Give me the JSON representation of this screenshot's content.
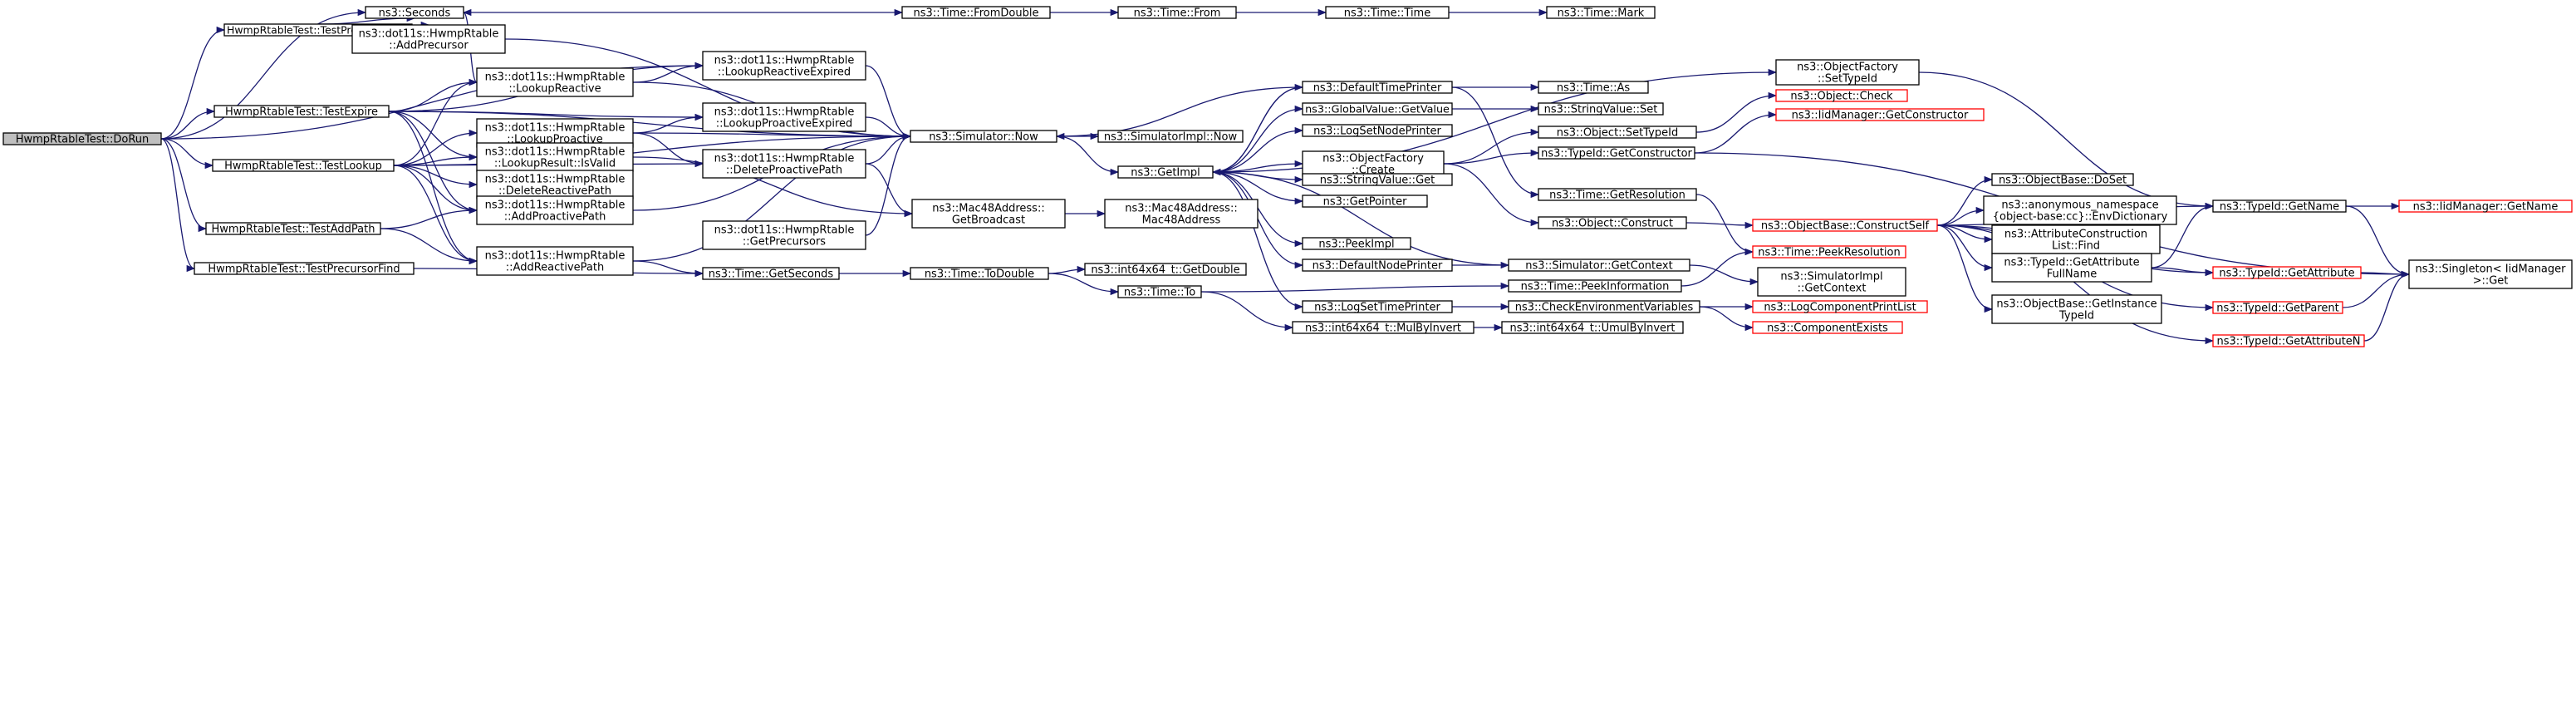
{
  "colors": {
    "edge": "#191970",
    "box_border": "#000000",
    "truncated_border": "#ff0000",
    "root_fill": "#bfbfbf",
    "node_fill": "#ffffff"
  },
  "nodes": {
    "DoRun": {
      "lines": [
        "HwmpRtableTest::DoRun"
      ],
      "kind": "root"
    },
    "TestPrecursorAdd": {
      "lines": [
        "HwmpRtableTest::TestPrecursorAdd"
      ]
    },
    "TestExpire": {
      "lines": [
        "HwmpRtableTest::TestExpire"
      ]
    },
    "TestLookup": {
      "lines": [
        "HwmpRtableTest::TestLookup"
      ]
    },
    "TestAddPath": {
      "lines": [
        "HwmpRtableTest::TestAddPath"
      ]
    },
    "TestPrecursorFind": {
      "lines": [
        "HwmpRtableTest::TestPrecursorFind"
      ]
    },
    "Seconds": {
      "lines": [
        "ns3::Seconds"
      ]
    },
    "AddPrecursor": {
      "lines": [
        "ns3::dot11s::HwmpRtable",
        "::AddPrecursor"
      ]
    },
    "LookupReactive": {
      "lines": [
        "ns3::dot11s::HwmpRtable",
        "::LookupReactive"
      ]
    },
    "LookupReactiveExpired": {
      "lines": [
        "ns3::dot11s::HwmpRtable",
        "::LookupReactiveExpired"
      ]
    },
    "LookupProactiveExpired": {
      "lines": [
        "ns3::dot11s::HwmpRtable",
        "::LookupProactiveExpired"
      ]
    },
    "LookupProactive": {
      "lines": [
        "ns3::dot11s::HwmpRtable",
        "::LookupProactive"
      ]
    },
    "IsValid": {
      "lines": [
        "ns3::dot11s::HwmpRtable",
        "::LookupResult::IsValid"
      ]
    },
    "DeleteProactivePath": {
      "lines": [
        "ns3::dot11s::HwmpRtable",
        "::DeleteProactivePath"
      ]
    },
    "DeleteReactivePath": {
      "lines": [
        "ns3::dot11s::HwmpRtable",
        "::DeleteReactivePath"
      ]
    },
    "AddProactivePath": {
      "lines": [
        "ns3::dot11s::HwmpRtable",
        "::AddProactivePath"
      ]
    },
    "GetPrecursors": {
      "lines": [
        "ns3::dot11s::HwmpRtable",
        "::GetPrecursors"
      ]
    },
    "AddReactivePath": {
      "lines": [
        "ns3::dot11s::HwmpRtable",
        "::AddReactivePath"
      ]
    },
    "FromDouble": {
      "lines": [
        "ns3::Time::FromDouble"
      ]
    },
    "TimeFrom": {
      "lines": [
        "ns3::Time::From"
      ]
    },
    "TimeTime": {
      "lines": [
        "ns3::Time::Time"
      ]
    },
    "TimeMark": {
      "lines": [
        "ns3::Time::Mark"
      ]
    },
    "SimNow": {
      "lines": [
        "ns3::Simulator::Now"
      ]
    },
    "SimImplNow": {
      "lines": [
        "ns3::SimulatorImpl::Now"
      ]
    },
    "GetBroadcast": {
      "lines": [
        "ns3::Mac48Address::",
        "GetBroadcast"
      ]
    },
    "Mac48Ctor": {
      "lines": [
        "ns3::Mac48Address::",
        "Mac48Address"
      ]
    },
    "GetSeconds": {
      "lines": [
        "ns3::Time::GetSeconds"
      ]
    },
    "ToDouble": {
      "lines": [
        "ns3::Time::ToDouble"
      ]
    },
    "GetDouble": {
      "lines": [
        "ns3::int64x64_t::GetDouble"
      ]
    },
    "TimeTo": {
      "lines": [
        "ns3::Time::To"
      ]
    },
    "MulByInvert": {
      "lines": [
        "ns3::int64x64_t::MulByInvert"
      ]
    },
    "UmulByInvert": {
      "lines": [
        "ns3::int64x64_t::UmulByInvert"
      ]
    },
    "GetImpl": {
      "lines": [
        "ns3::GetImpl"
      ]
    },
    "DefaultTimePrinter": {
      "lines": [
        "ns3::DefaultTimePrinter"
      ]
    },
    "GlobalValueGet": {
      "lines": [
        "ns3::GlobalValue::GetValue"
      ]
    },
    "LogSetNodePrinter": {
      "lines": [
        "ns3::LogSetNodePrinter"
      ]
    },
    "ObjFactoryCreate": {
      "lines": [
        "ns3::ObjectFactory",
        "::Create"
      ]
    },
    "StringValueGet": {
      "lines": [
        "ns3::StringValue::Get"
      ]
    },
    "GetPointer": {
      "lines": [
        "ns3::GetPointer"
      ]
    },
    "PeekImpl": {
      "lines": [
        "ns3::PeekImpl"
      ]
    },
    "DefaultNodePrinter": {
      "lines": [
        "ns3::DefaultNodePrinter"
      ]
    },
    "LogSetTimePrinter": {
      "lines": [
        "ns3::LogSetTimePrinter"
      ]
    },
    "ObjFactorySetTypeId": {
      "lines": [
        "ns3::ObjectFactory",
        "::SetTypeId"
      ]
    },
    "TimeAs": {
      "lines": [
        "ns3::Time::As"
      ]
    },
    "StringValueSet": {
      "lines": [
        "ns3::StringValue::Set"
      ]
    },
    "ObjectSetTypeId": {
      "lines": [
        "ns3::Object::SetTypeId"
      ]
    },
    "ObjectCheck": {
      "lines": [
        "ns3::Object::Check"
      ],
      "kind": "truncated"
    },
    "IidMgrGetCtor": {
      "lines": [
        "ns3::IidManager::GetConstructor"
      ],
      "kind": "truncated"
    },
    "TypeIdGetCtor": {
      "lines": [
        "ns3::TypeId::GetConstructor"
      ]
    },
    "TimeGetResolution": {
      "lines": [
        "ns3::Time::GetResolution"
      ]
    },
    "ObjectConstruct": {
      "lines": [
        "ns3::Object::Construct"
      ]
    },
    "SimGetContext": {
      "lines": [
        "ns3::Simulator::GetContext"
      ]
    },
    "PeekInformation": {
      "lines": [
        "ns3::Time::PeekInformation"
      ]
    },
    "CheckEnvVars": {
      "lines": [
        "ns3::CheckEnvironmentVariables"
      ]
    },
    "PeekResolution": {
      "lines": [
        "ns3::Time::PeekResolution"
      ],
      "kind": "truncated"
    },
    "SimImplGetContext": {
      "lines": [
        "ns3::SimulatorImpl",
        "::GetContext"
      ]
    },
    "LogComponentPrintList": {
      "lines": [
        "ns3::LogComponentPrintList"
      ],
      "kind": "truncated"
    },
    "ComponentExists": {
      "lines": [
        "ns3::ComponentExists"
      ],
      "kind": "truncated"
    },
    "ConstructSelf": {
      "lines": [
        "ns3::ObjectBase::ConstructSelf"
      ],
      "kind": "truncated"
    },
    "DoSet": {
      "lines": [
        "ns3::ObjectBase::DoSet"
      ]
    },
    "EnvDictionary": {
      "lines": [
        "ns3::anonymous_namespace",
        "{object-base:cc}::EnvDictionary"
      ]
    },
    "AttrConstrListFind": {
      "lines": [
        "ns3::AttributeConstruction",
        "List::Find"
      ]
    },
    "GetAttributeFullName": {
      "lines": [
        "ns3::TypeId::GetAttribute",
        "FullName"
      ]
    },
    "GetInstanceTypeId": {
      "lines": [
        "ns3::ObjectBase::GetInstance",
        "TypeId"
      ]
    },
    "TypeIdGetName": {
      "lines": [
        "ns3::TypeId::GetName"
      ]
    },
    "IidMgrGetName": {
      "lines": [
        "ns3::IidManager::GetName"
      ],
      "kind": "truncated"
    },
    "TypeIdGetAttribute": {
      "lines": [
        "ns3::TypeId::GetAttribute"
      ],
      "kind": "truncated"
    },
    "TypeIdGetParent": {
      "lines": [
        "ns3::TypeId::GetParent"
      ],
      "kind": "truncated"
    },
    "TypeIdGetAttributeN": {
      "lines": [
        "ns3::TypeId::GetAttributeN"
      ],
      "kind": "truncated"
    },
    "SingletonGet": {
      "lines": [
        "ns3::Singleton< IidManager",
        " >::Get"
      ]
    }
  },
  "edges": [
    [
      "DoRun",
      "TestPrecursorAdd"
    ],
    [
      "DoRun",
      "Seconds"
    ],
    [
      "DoRun",
      "LookupReactiveExpired"
    ],
    [
      "DoRun",
      "TestExpire"
    ],
    [
      "DoRun",
      "TestLookup"
    ],
    [
      "DoRun",
      "TestAddPath"
    ],
    [
      "DoRun",
      "TestPrecursorFind"
    ],
    [
      "TestPrecursorAdd",
      "Seconds"
    ],
    [
      "TestPrecursorAdd",
      "AddPrecursor"
    ],
    [
      "TestExpire",
      "LookupReactive"
    ],
    [
      "TestExpire",
      "LookupReactiveExpired"
    ],
    [
      "TestExpire",
      "LookupProactiveExpired"
    ],
    [
      "TestExpire",
      "SimNow"
    ],
    [
      "TestExpire",
      "IsValid"
    ],
    [
      "TestExpire",
      "AddReactivePath"
    ],
    [
      "TestExpire",
      "AddProactivePath"
    ],
    [
      "TestLookup",
      "LookupReactive"
    ],
    [
      "TestLookup",
      "LookupProactive"
    ],
    [
      "TestLookup",
      "IsValid"
    ],
    [
      "TestLookup",
      "DeleteProactivePath"
    ],
    [
      "TestLookup",
      "DeleteReactivePath"
    ],
    [
      "TestLookup",
      "AddProactivePath"
    ],
    [
      "TestLookup",
      "AddReactivePath"
    ],
    [
      "TestLookup",
      "SimNow"
    ],
    [
      "TestAddPath",
      "AddProactivePath"
    ],
    [
      "TestAddPath",
      "AddReactivePath"
    ],
    [
      "TestPrecursorFind",
      "GetSeconds"
    ],
    [
      "AddPrecursor",
      "SimNow"
    ],
    [
      "LookupReactive",
      "Seconds"
    ],
    [
      "LookupReactive",
      "LookupReactiveExpired"
    ],
    [
      "LookupReactive",
      "SimNow"
    ],
    [
      "LookupReactiveExpired",
      "SimNow"
    ],
    [
      "LookupProactiveExpired",
      "SimNow"
    ],
    [
      "LookupProactive",
      "LookupProactiveExpired"
    ],
    [
      "LookupProactive",
      "SimNow"
    ],
    [
      "LookupProactive",
      "DeleteProactivePath"
    ],
    [
      "IsValid",
      "GetBroadcast"
    ],
    [
      "DeleteProactivePath",
      "SimNow"
    ],
    [
      "DeleteProactivePath",
      "GetBroadcast"
    ],
    [
      "AddProactivePath",
      "SimNow"
    ],
    [
      "GetPrecursors",
      "SimNow"
    ],
    [
      "AddReactivePath",
      "SimNow"
    ],
    [
      "AddReactivePath",
      "GetSeconds"
    ],
    [
      "Seconds",
      "FromDouble"
    ],
    [
      "FromDouble",
      "TimeFrom"
    ],
    [
      "TimeFrom",
      "TimeTime"
    ],
    [
      "TimeTime",
      "TimeMark"
    ],
    [
      "SimNow",
      "SimImplNow"
    ],
    [
      "SimNow",
      "GetImpl"
    ],
    [
      "GetBroadcast",
      "Mac48Ctor"
    ],
    [
      "GetSeconds",
      "ToDouble"
    ],
    [
      "ToDouble",
      "GetDouble"
    ],
    [
      "ToDouble",
      "TimeTo"
    ],
    [
      "TimeTo",
      "MulByInvert"
    ],
    [
      "TimeTo",
      "PeekInformation"
    ],
    [
      "MulByInvert",
      "UmulByInvert"
    ],
    [
      "GetImpl",
      "DefaultTimePrinter"
    ],
    [
      "GetImpl",
      "GlobalValueGet"
    ],
    [
      "GetImpl",
      "LogSetNodePrinter"
    ],
    [
      "GetImpl",
      "ObjFactoryCreate"
    ],
    [
      "GetImpl",
      "StringValueGet"
    ],
    [
      "GetImpl",
      "GetPointer"
    ],
    [
      "GetImpl",
      "PeekImpl"
    ],
    [
      "GetImpl",
      "DefaultNodePrinter"
    ],
    [
      "GetImpl",
      "LogSetTimePrinter"
    ],
    [
      "GetImpl",
      "ObjFactorySetTypeId"
    ],
    [
      "DefaultTimePrinter",
      "SimNow"
    ],
    [
      "DefaultTimePrinter",
      "TimeAs"
    ],
    [
      "DefaultTimePrinter",
      "TimeGetResolution"
    ],
    [
      "DefaultTimePrinter",
      "GetImpl"
    ],
    [
      "GlobalValueGet",
      "StringValueSet"
    ],
    [
      "ObjFactoryCreate",
      "ObjectSetTypeId"
    ],
    [
      "ObjFactoryCreate",
      "TypeIdGetCtor"
    ],
    [
      "ObjFactoryCreate",
      "ObjectConstruct"
    ],
    [
      "ObjFactorySetTypeId",
      "TypeIdGetName"
    ],
    [
      "ObjectSetTypeId",
      "ObjectCheck"
    ],
    [
      "TypeIdGetCtor",
      "IidMgrGetCtor"
    ],
    [
      "TypeIdGetCtor",
      "SingletonGet"
    ],
    [
      "TimeGetResolution",
      "PeekResolution"
    ],
    [
      "ObjectConstruct",
      "ConstructSelf"
    ],
    [
      "DefaultNodePrinter",
      "SimGetContext"
    ],
    [
      "SimGetContext",
      "GetImpl"
    ],
    [
      "SimGetContext",
      "SimImplGetContext"
    ],
    [
      "PeekInformation",
      "PeekResolution"
    ],
    [
      "LogSetTimePrinter",
      "CheckEnvVars"
    ],
    [
      "CheckEnvVars",
      "LogComponentPrintList"
    ],
    [
      "CheckEnvVars",
      "ComponentExists"
    ],
    [
      "ConstructSelf",
      "TypeIdGetName"
    ],
    [
      "ConstructSelf",
      "DoSet"
    ],
    [
      "ConstructSelf",
      "EnvDictionary"
    ],
    [
      "ConstructSelf",
      "AttrConstrListFind"
    ],
    [
      "ConstructSelf",
      "GetAttributeFullName"
    ],
    [
      "ConstructSelf",
      "GetInstanceTypeId"
    ],
    [
      "ConstructSelf",
      "TypeIdGetAttribute"
    ],
    [
      "ConstructSelf",
      "TypeIdGetParent"
    ],
    [
      "ConstructSelf",
      "TypeIdGetAttributeN"
    ],
    [
      "GetAttributeFullName",
      "TypeIdGetName"
    ],
    [
      "GetAttributeFullName",
      "TypeIdGetAttribute"
    ],
    [
      "TypeIdGetName",
      "IidMgrGetName"
    ],
    [
      "TypeIdGetName",
      "SingletonGet"
    ],
    [
      "TypeIdGetAttribute",
      "SingletonGet"
    ],
    [
      "TypeIdGetParent",
      "SingletonGet"
    ],
    [
      "TypeIdGetAttributeN",
      "SingletonGet"
    ]
  ]
}
